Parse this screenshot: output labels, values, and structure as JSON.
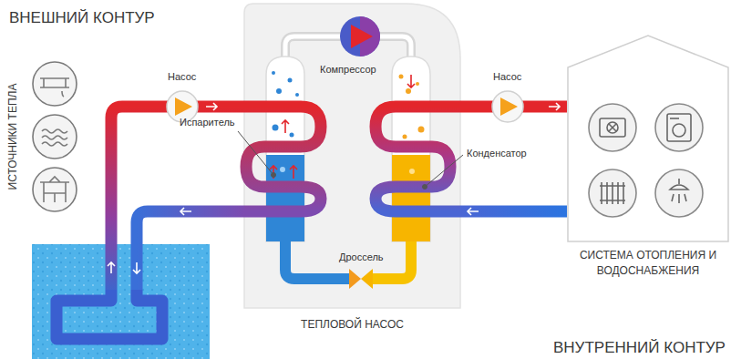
{
  "diagram": {
    "nodes": [
      {
        "text": [
          "ТЕПЛОВОЙ НАСОС"
        ]
      },
      {
        "text": [
          "СИСТЕМА ОТОПЛЕНИЯ И ВОДОСНАБЖЕНИЯ"
        ]
      }
    ],
    "edges": [
      {
        "from": 0,
        "to": 1,
        "arrow": "to"
      },
      {
        "from": 1,
        "to": 0,
        "arrow": "to"
      }
    ],
    "labels": [
      "ВНЕШНИЙ КОНТУР",
      "ИСТОЧНИКИ ТЕПЛА",
      "Насос",
      "Компрессор",
      "Насос",
      "Испаритель",
      "Конденсатор",
      "Дроссель",
      "ВНУТРЕННИЙ КОНТУР"
    ]
  }
}
